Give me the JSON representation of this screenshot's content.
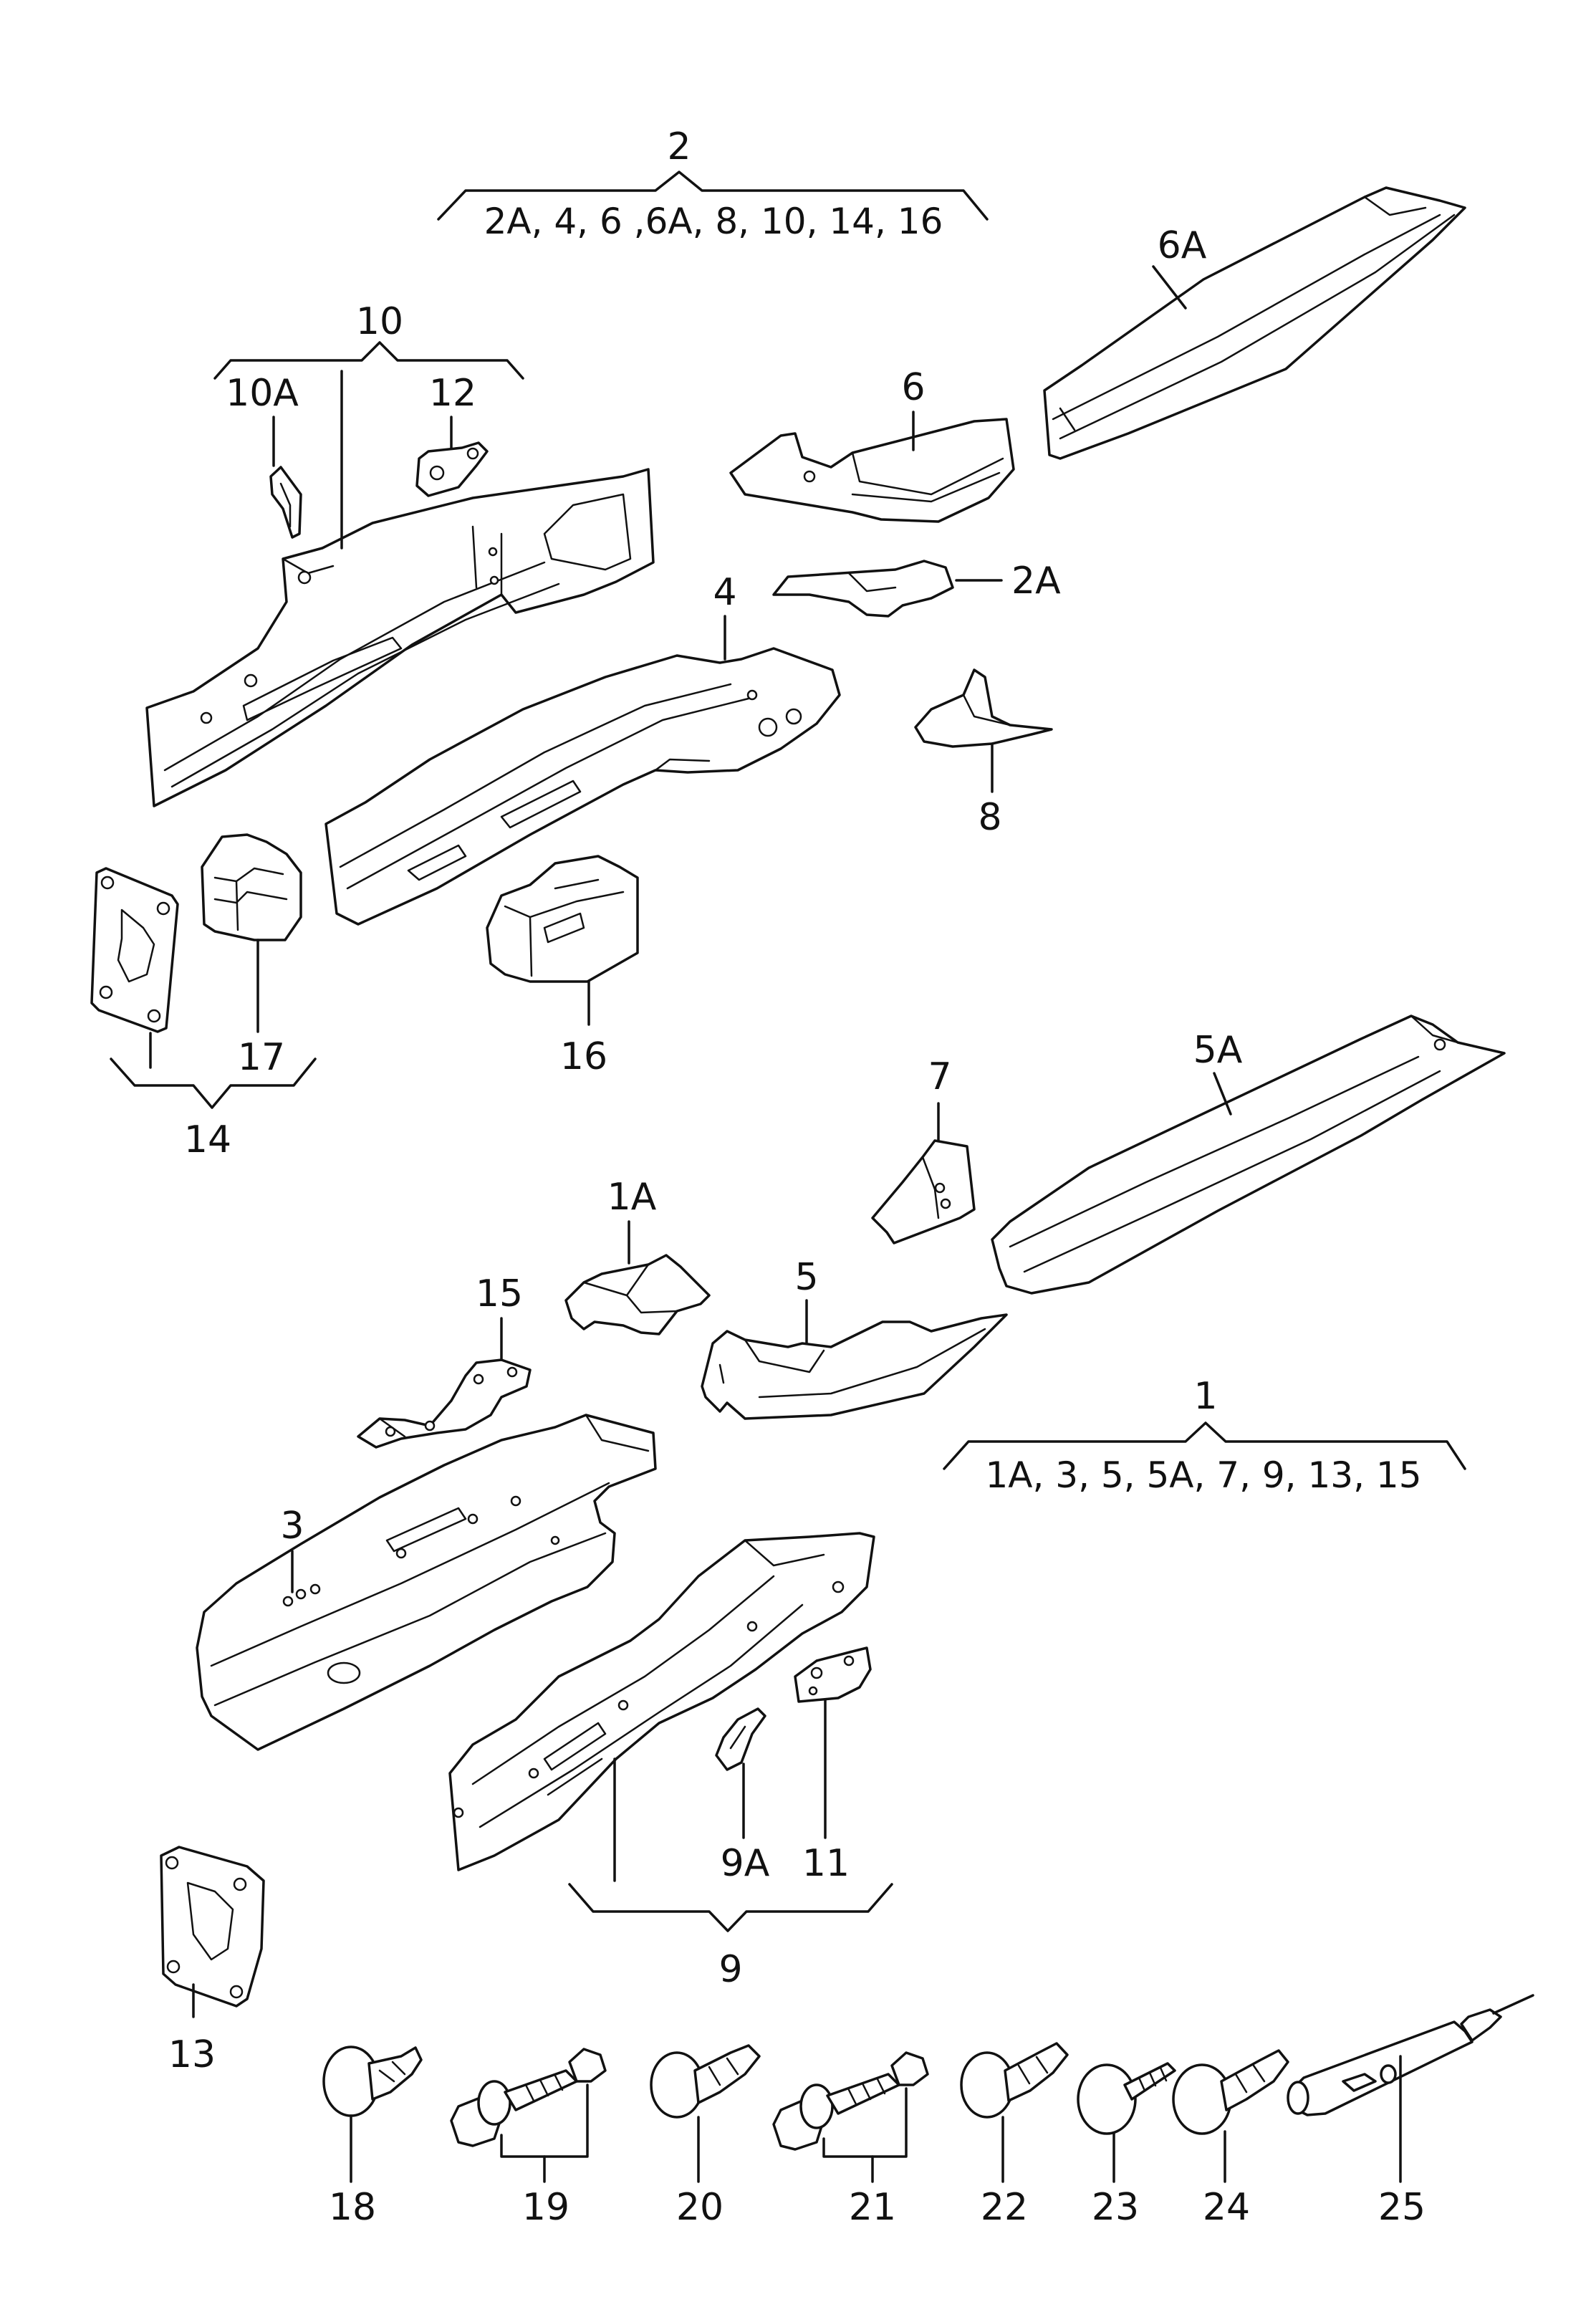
{
  "groups": {
    "g2": {
      "label": "2",
      "members": "2A, 4, 6 ,6A, 8, 10, 14, 16"
    },
    "g10": {
      "label": "10"
    },
    "g14": {
      "label": "14"
    },
    "g1": {
      "label": "1",
      "members": "1A, 3, 5, 5A, 7, 9, 13, 15"
    },
    "g9": {
      "label": "9"
    }
  },
  "callouts": {
    "p6A": "6A",
    "p6": "6",
    "p10A": "10A",
    "p12": "12",
    "p2A": "2A",
    "p4": "4",
    "p8": "8",
    "p17": "17",
    "p16": "16",
    "p7": "7",
    "p5A": "5A",
    "p1A": "1A",
    "p15": "15",
    "p5": "5",
    "p3": "3",
    "p9A": "9A",
    "p11": "11",
    "p13": "13",
    "p18": "18",
    "p19": "19",
    "p20": "20",
    "p21": "21",
    "p22": "22",
    "p23": "23",
    "p24": "24",
    "p25": "25"
  }
}
